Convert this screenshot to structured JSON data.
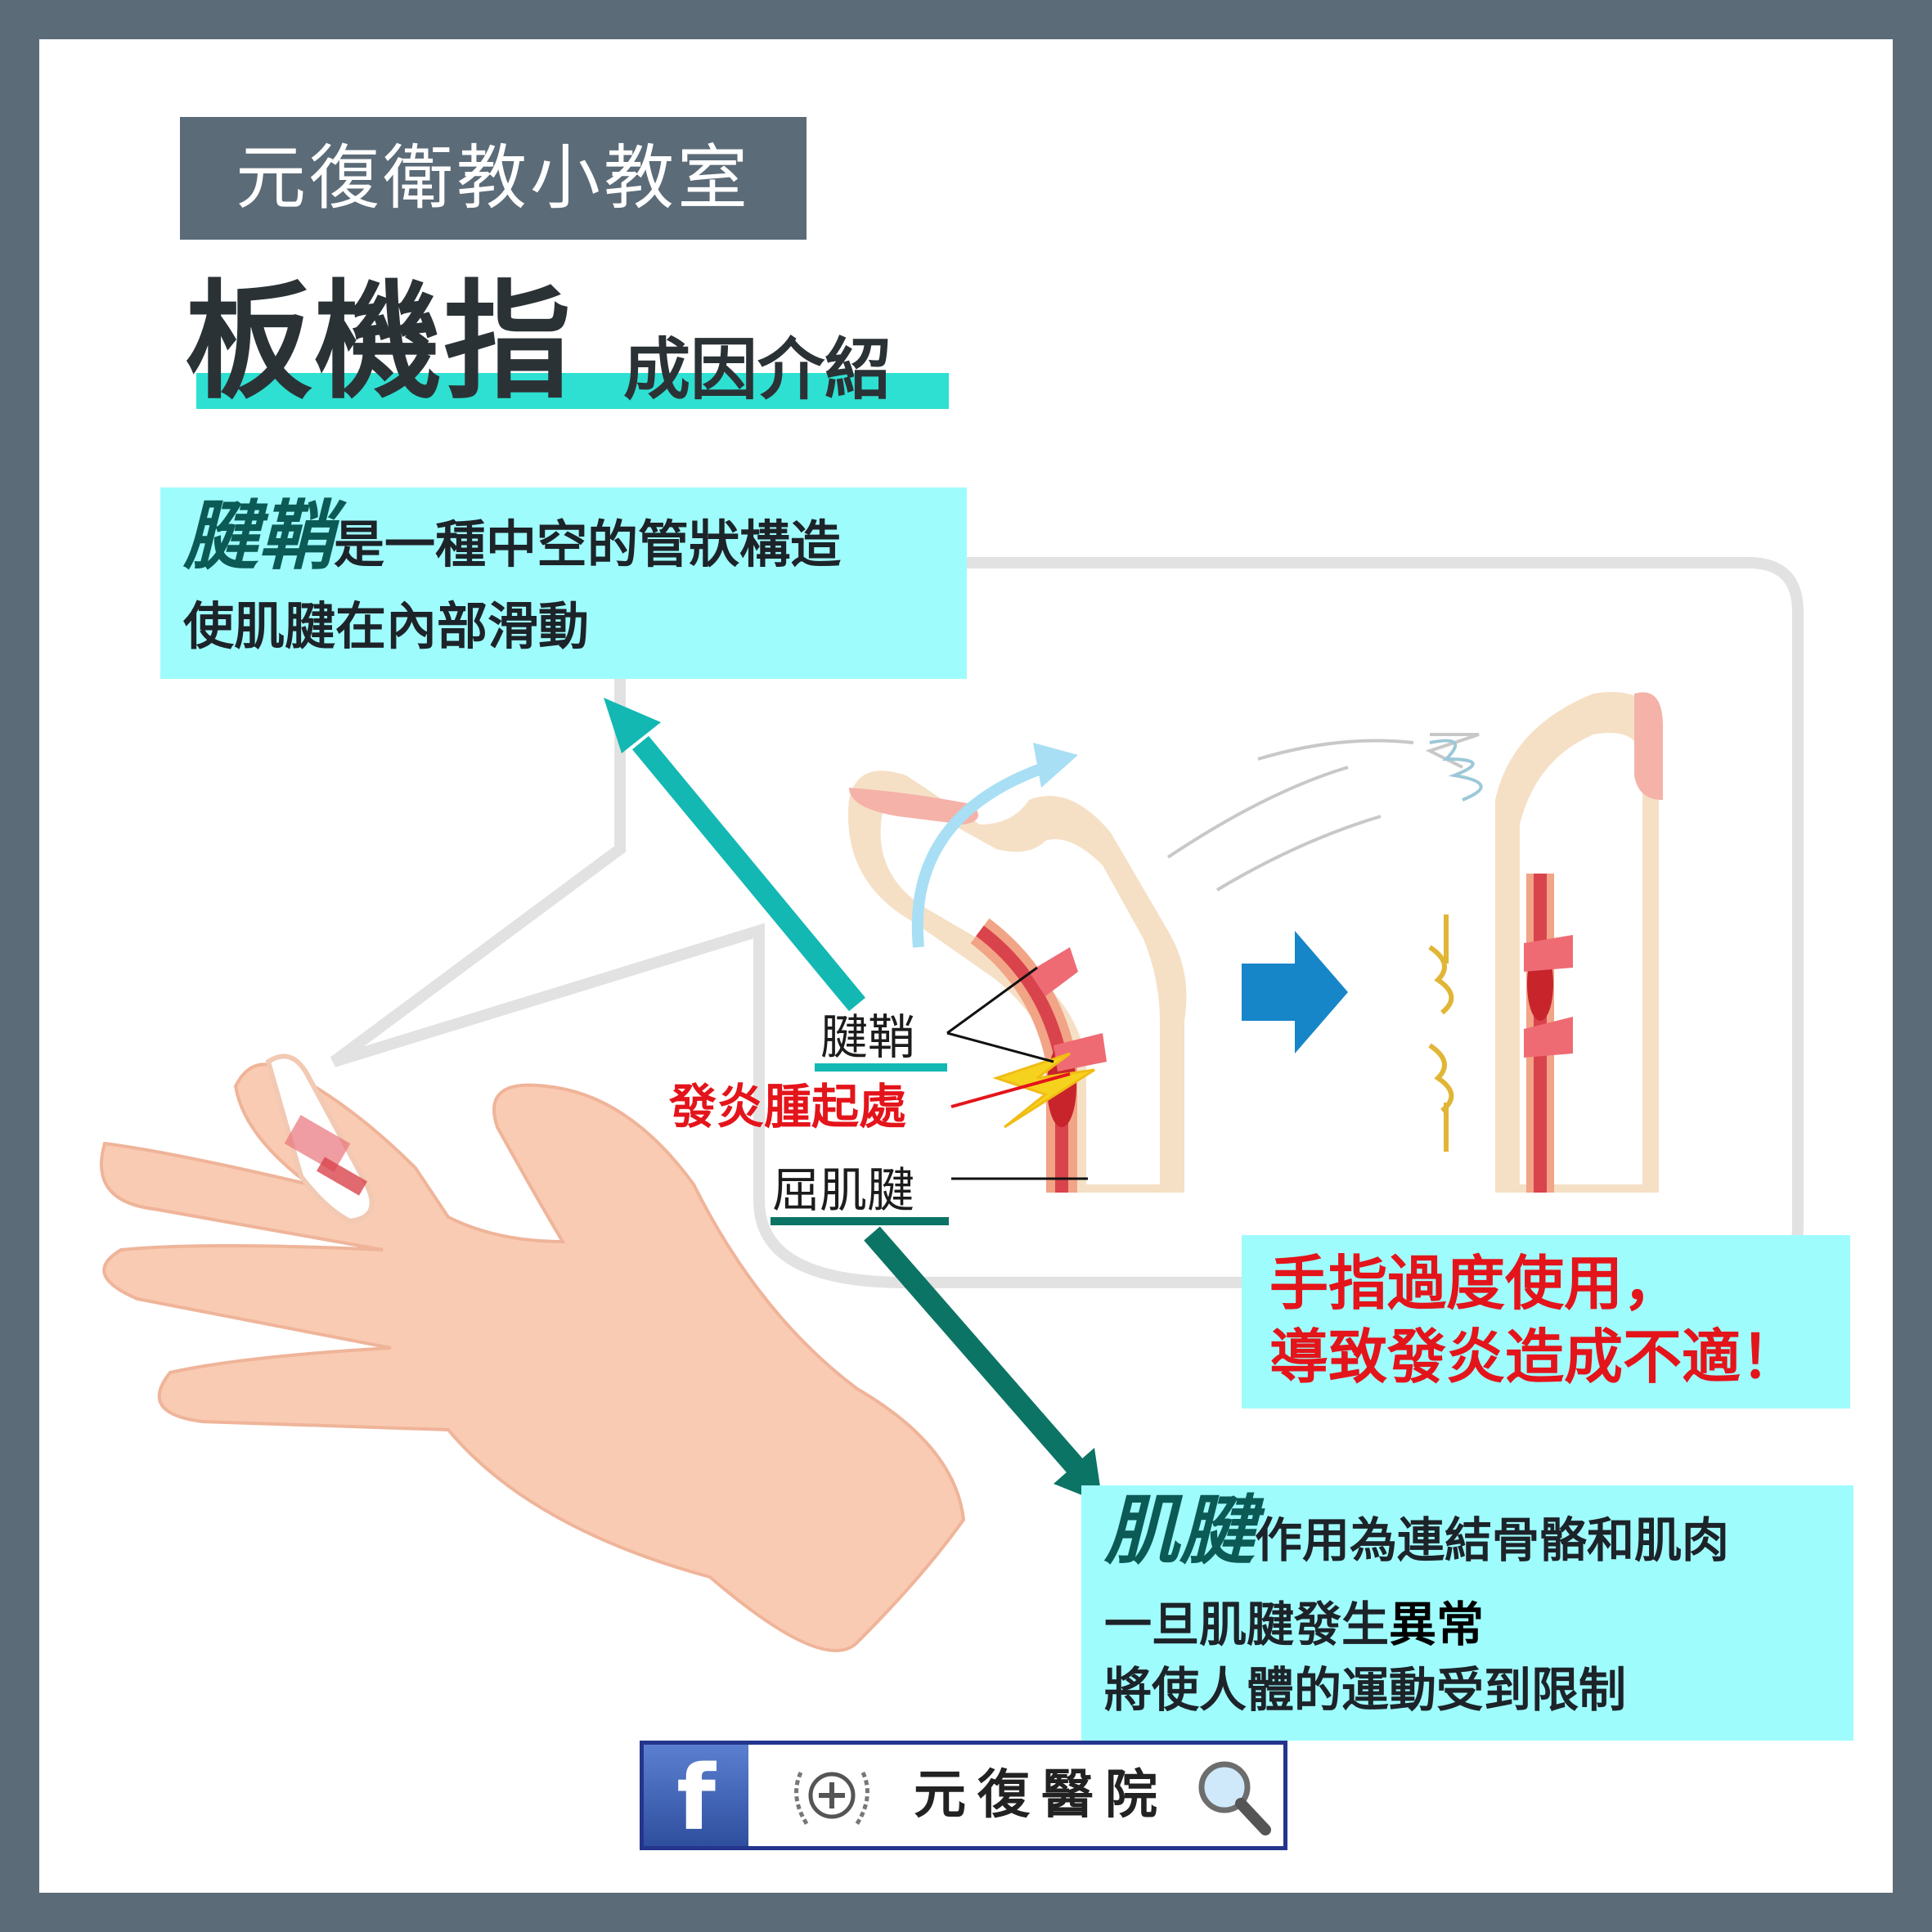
{
  "header": {
    "badge": "元復衛教小教室"
  },
  "title": {
    "main": "板機指",
    "sub": "成因介紹"
  },
  "sheath_box": {
    "keyword": "腱鞘",
    "line1_rest": "是一種中空的管狀構造",
    "line2": "使肌腱在內部滑動"
  },
  "labels": {
    "sheath": "腱鞘",
    "swelling": "發炎腫起處",
    "flexor_tendon": "屈肌腱"
  },
  "warning_box": {
    "line1": "手指過度使用，",
    "line2": "導致發炎造成不適！"
  },
  "tendon_box": {
    "keyword": "肌腱",
    "line1_rest": "作用為連結骨骼和肌肉",
    "line2_a": "一旦肌腱發生",
    "line2_b": "異常",
    "line3": "將使人體的運動受到限制"
  },
  "footer": {
    "fb_letter": "f",
    "clinic_name": "元復醫院"
  },
  "colors": {
    "frame": "#5b6b78",
    "cyan_box": "#9ffcfc",
    "teal_arrow": "#13b8b3",
    "dark_teal_arrow": "#0c7464",
    "red": "#e4141b",
    "skin": "#f9cbb2",
    "blue_arrow": "#1786c9"
  },
  "icons": [
    "facebook-icon",
    "clinic-emblem-icon",
    "search-icon",
    "lightning-icon",
    "right-arrow-icon",
    "curved-arrow-icon"
  ]
}
